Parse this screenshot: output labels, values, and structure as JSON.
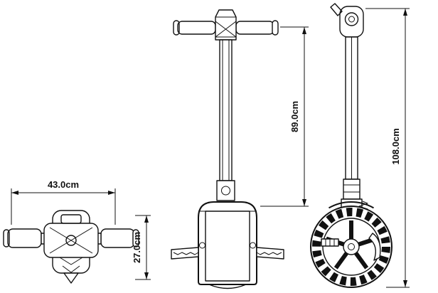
{
  "diagram": {
    "dimensions": {
      "top_width": "43.0cm",
      "top_depth": "27.0cm",
      "front_stem_height": "89.0cm",
      "side_total_height": "108.0cm"
    }
  }
}
